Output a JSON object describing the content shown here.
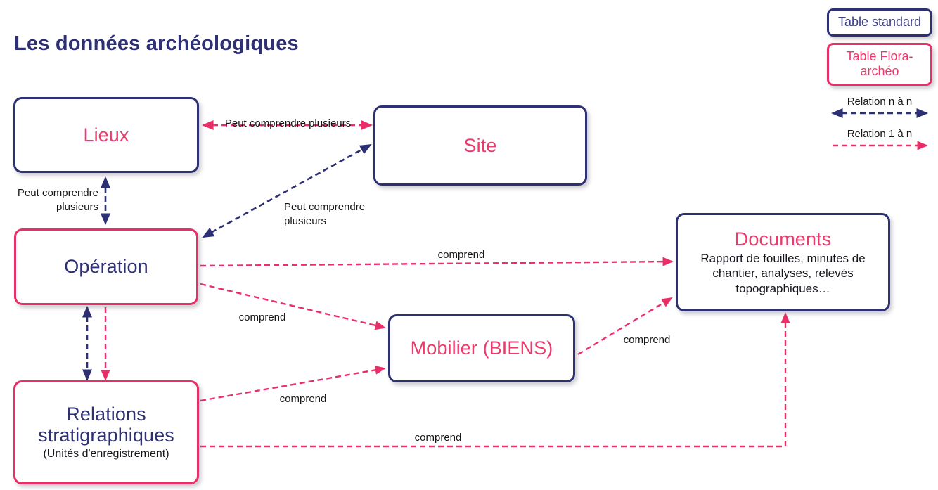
{
  "page": {
    "title": "Les données archéologiques",
    "colors": {
      "navy": "#2e3074",
      "pink": "#ea2f68",
      "pink_text": "#ec3a6d",
      "text": "#161616",
      "background": "#ffffff"
    }
  },
  "nodes": {
    "lieux": {
      "title": "Lieux",
      "border": "navy",
      "title_color": "pink"
    },
    "site": {
      "title": "Site",
      "border": "navy",
      "title_color": "pink"
    },
    "operation": {
      "title": "Opération",
      "border": "pink",
      "title_color": "navy"
    },
    "mobilier": {
      "title": "Mobilier (BIENS)",
      "border": "navy",
      "title_color": "pink"
    },
    "documents": {
      "title": "Documents",
      "border": "navy",
      "title_color": "pink",
      "subtitle": "Rapport de fouilles, minutes de chantier, analyses, relevés topographiques…"
    },
    "relations": {
      "title": "Relations stratigraphiques",
      "border": "pink",
      "title_color": "navy",
      "subtitle": "(Unités d'enregistrement)"
    }
  },
  "edge_labels": {
    "lieux_site": "Peut comprendre plusieurs",
    "lieux_operation": "Peut comprendre\nplusieurs",
    "operation_site": "Peut comprendre\nplusieurs",
    "operation_documents": "comprend",
    "operation_mobilier": "comprend",
    "mobilier_documents": "comprend",
    "relations_mobilier": "comprend",
    "relations_documents": "comprend"
  },
  "legend": {
    "table_standard": "Table standard",
    "table_flora": "Table Flora-archéo",
    "relation_n_n": "Relation n à n",
    "relation_1_n": "Relation 1 à n"
  }
}
